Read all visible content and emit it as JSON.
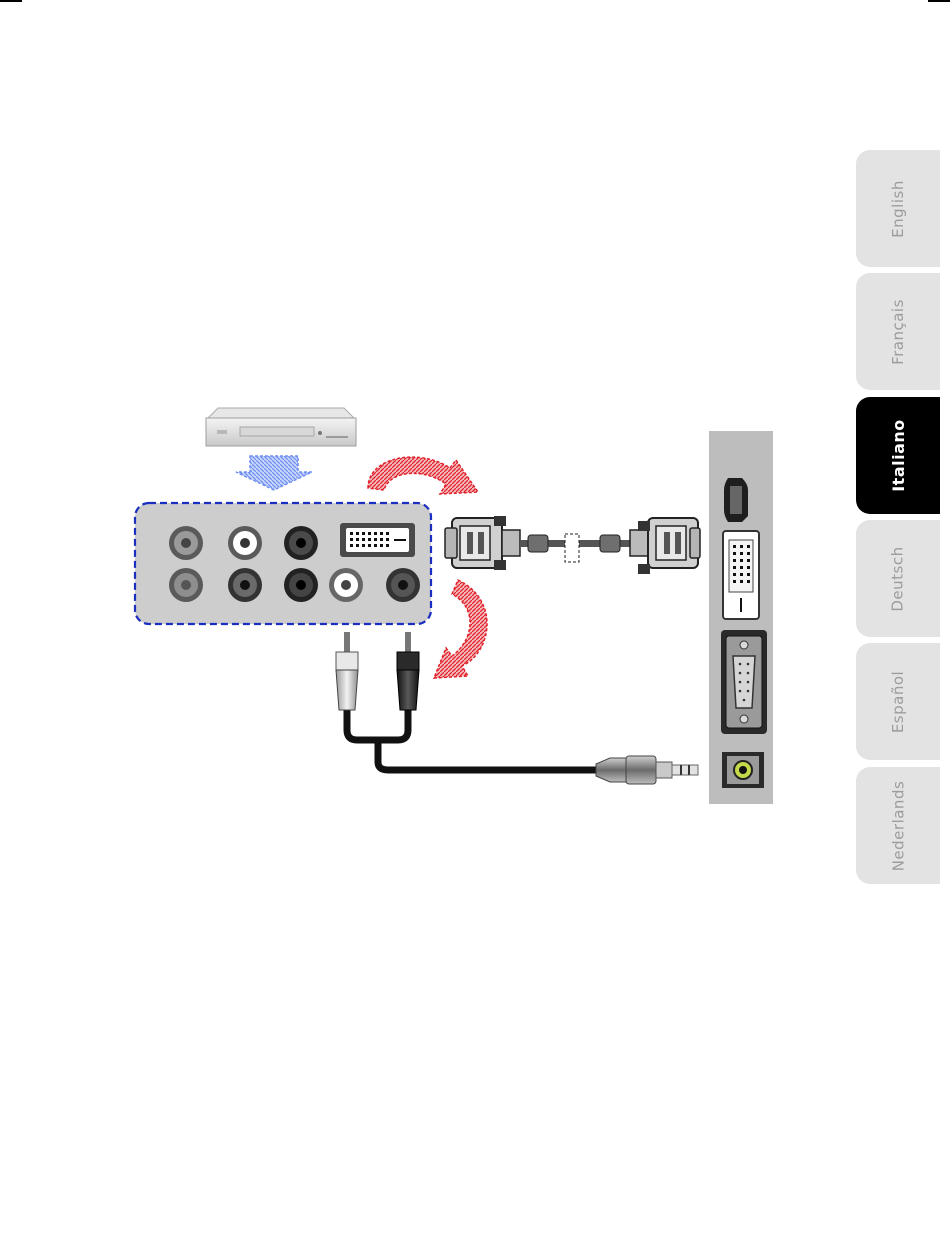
{
  "languages": [
    {
      "label": "English",
      "active": false
    },
    {
      "label": "Français",
      "active": false
    },
    {
      "label": "Italiano",
      "active": true
    },
    {
      "label": "Deutsch",
      "active": false
    },
    {
      "label": "Español",
      "active": false
    },
    {
      "label": "Nederlands",
      "active": false
    }
  ],
  "colors": {
    "active_tab": "#000000",
    "inactive_tab": "#e3e3e3",
    "inactive_text": "#9c9c9c",
    "hint_arrow": "#e0202a",
    "panel_outline": "#1a2fc0",
    "arrow_blue": "#6f8ff0"
  },
  "icons": [
    "dvd-player-icon",
    "av-panel-icon",
    "dvi-cable-icon",
    "rca-audio-cable-icon",
    "monitor-rear-panel-icon"
  ]
}
